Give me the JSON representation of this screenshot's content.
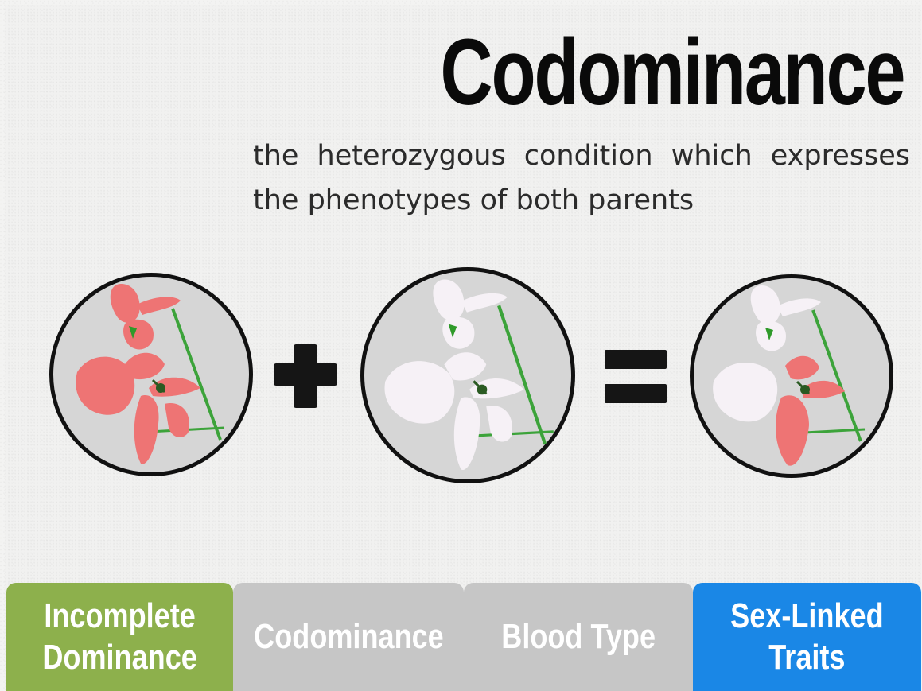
{
  "title": "Codominance",
  "definition": "the heterozygous condition which expresses the phenotypes of both parents",
  "equation": {
    "parent1": {
      "flower_color": "#ee7a7a",
      "label": "red flower"
    },
    "operator1": "plus-icon",
    "parent2": {
      "flower_color": "#f4f0f4",
      "label": "white flower"
    },
    "operator2": "equals-icon",
    "offspring": {
      "flower_colors": [
        "#f4f0f4",
        "#ee7a7a"
      ],
      "label": "red and white flower"
    }
  },
  "tabs": [
    {
      "label": "Incomplete\nDominance",
      "color": "#8db04c"
    },
    {
      "label": "Codominance",
      "color": "#c6c6c6"
    },
    {
      "label": "Blood Type",
      "color": "#c6c6c6"
    },
    {
      "label": "Sex-Linked\nTraits",
      "color": "#1a87e6"
    }
  ]
}
